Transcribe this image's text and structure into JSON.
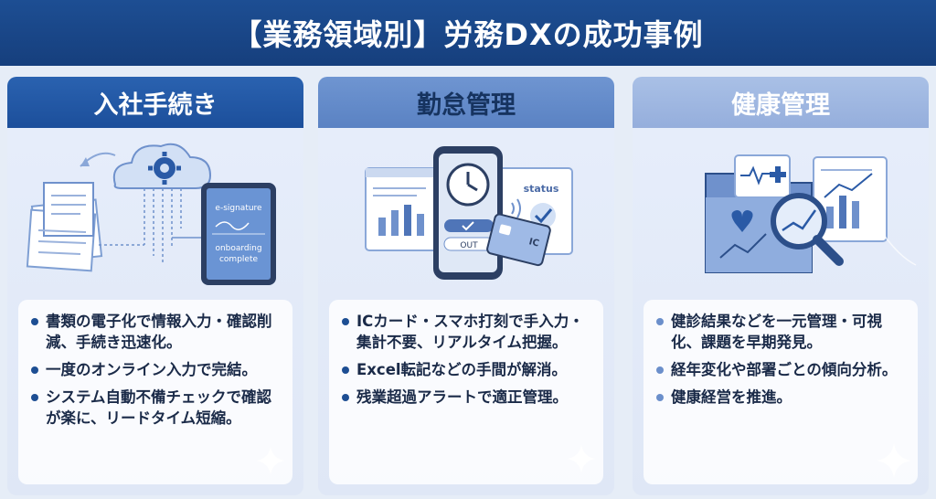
{
  "title": "【業務領域別】労務DXの成功事例",
  "cards": [
    {
      "heading": "入社手続き",
      "illustration": {
        "icons": [
          "documents-icon",
          "cloud-gear-icon",
          "tablet-icon"
        ],
        "tablet_line1": "e-signature",
        "tablet_line2": "onboarding",
        "tablet_line3": "complete"
      },
      "bullets": [
        "書類の電子化で情報入力・確認削減、手続き迅速化。",
        "一度のオンライン入力で完結。",
        "システム自動不備チェックで確認が楽に、リードタイム短縮。"
      ]
    },
    {
      "heading": "勤怠管理",
      "illustration": {
        "icons": [
          "smartphone-clock-icon",
          "ic-card-icon",
          "dashboard-icon"
        ],
        "status_label": "status",
        "out_label": "OUT",
        "card_label": "IC"
      },
      "bullets": [
        "ICカード・スマホ打刻で手入力・集計不要、リアルタイム把握。",
        "Excel転記などの手間が解消。",
        "残業超過アラートで適正管理。"
      ]
    },
    {
      "heading": "健康管理",
      "illustration": {
        "icons": [
          "health-folder-icon",
          "magnifier-chart-icon",
          "report-chart-icon"
        ]
      },
      "bullets": [
        "健診結果などを一元管理・可視化、課題を早期発見。",
        "経年変化や部署ごとの傾向分析。",
        "健康経営を推進。"
      ]
    }
  ],
  "colors": {
    "navy": "#1d4e93",
    "mid_blue": "#5a82c3",
    "light_blue": "#a9c0e6"
  }
}
